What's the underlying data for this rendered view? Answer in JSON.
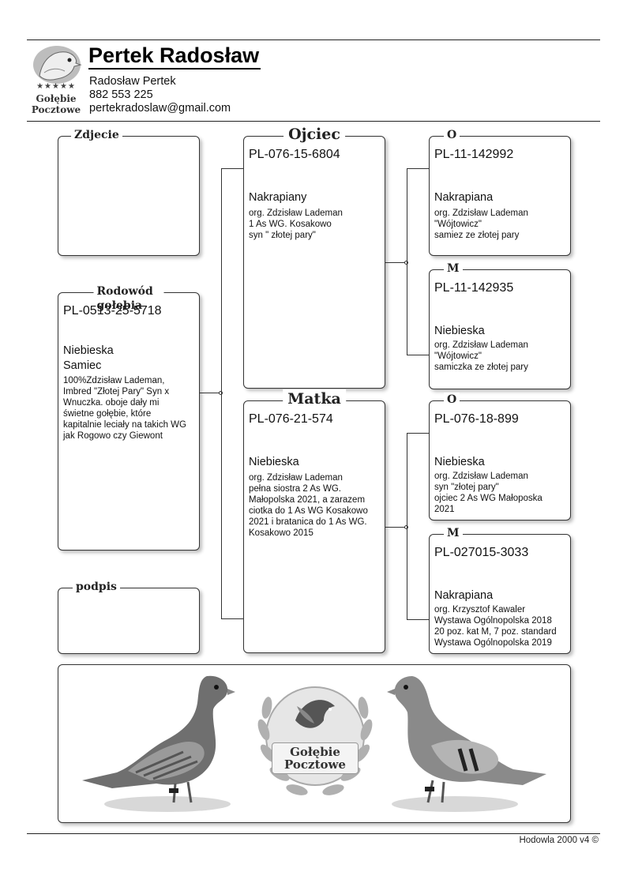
{
  "logo": {
    "icon": "pigeon-logo-icon",
    "line1": "Gołębie",
    "line2": "Pocztowe",
    "stars": "★★★★★"
  },
  "owner": {
    "title": "Pertek Radosław",
    "name": "Radosław Pertek",
    "phone": "882 553 225",
    "email": "pertekradoslaw@gmail.com"
  },
  "photo": {
    "title": "Zdjecie"
  },
  "pedigree": {
    "title": "Rodowód gołębia",
    "ring": "PL-0513-25-5718",
    "color": "Niebieska",
    "sex": "Samiec",
    "notes": "100%Zdzisław Lademan,\nImbred \"Złotej Pary\" Syn x\nWnuczka. oboje dały mi\nświetne gołębie, które\nkapitalnie leciały na takich WG\njak Rogowo czy Giewont"
  },
  "signature": {
    "title": "podpis"
  },
  "father": {
    "title": "Ojciec",
    "ring": "PL-076-15-6804",
    "color": "Nakrapiany",
    "notes": "org. Zdzisław Lademan\n1 As WG. Kosakowo\nsyn \" złotej pary\""
  },
  "mother": {
    "title": "Matka",
    "ring": "PL-076-21-574",
    "color": "Niebieska",
    "notes": "org. Zdzisław Lademan\npełna siostra 2 As WG.\nMałopolska 2021, a zarazem\nciotka do 1 As WG Kosakowo\n2021 i bratanica do 1 As WG.\nKosakowo 2015"
  },
  "ff": {
    "title": "O",
    "ring": "PL-11-142992",
    "color": "Nakrapiana",
    "notes": "org. Zdzisław Lademan\n\"Wójtowicz\"\nsamiez ze złotej pary"
  },
  "fm": {
    "title": "M",
    "ring": "PL-11-142935",
    "color": "Niebieska",
    "notes": "org. Zdzisław Lademan\n\"Wójtowicz\"\nsamiczka ze złotej pary"
  },
  "mf": {
    "title": "O",
    "ring": "PL-076-18-899",
    "color": "Niebieska",
    "notes": "org. Zdzisław Lademan\nsyn \"złotej pary\"\nojciec 2 As WG Małoposka\n2021"
  },
  "mm": {
    "title": "M",
    "ring": "PL-027015-3033",
    "color": "Nakrapiana",
    "notes": "org. Krzysztof Kawaler\nWystawa Ogólnopolska 2018\n20 poz. kat M, 7 poz. standard\nWystawa Ogólnopolska 2019"
  },
  "banner": {
    "line1": "Gołębie",
    "line2": "Pocztowe",
    "left_icon": "pigeon-left-icon",
    "right_icon": "pigeon-right-icon",
    "emblem_icon": "laurel-emblem-icon"
  },
  "footer": {
    "text": "Hodowla 2000 v4 ©"
  }
}
